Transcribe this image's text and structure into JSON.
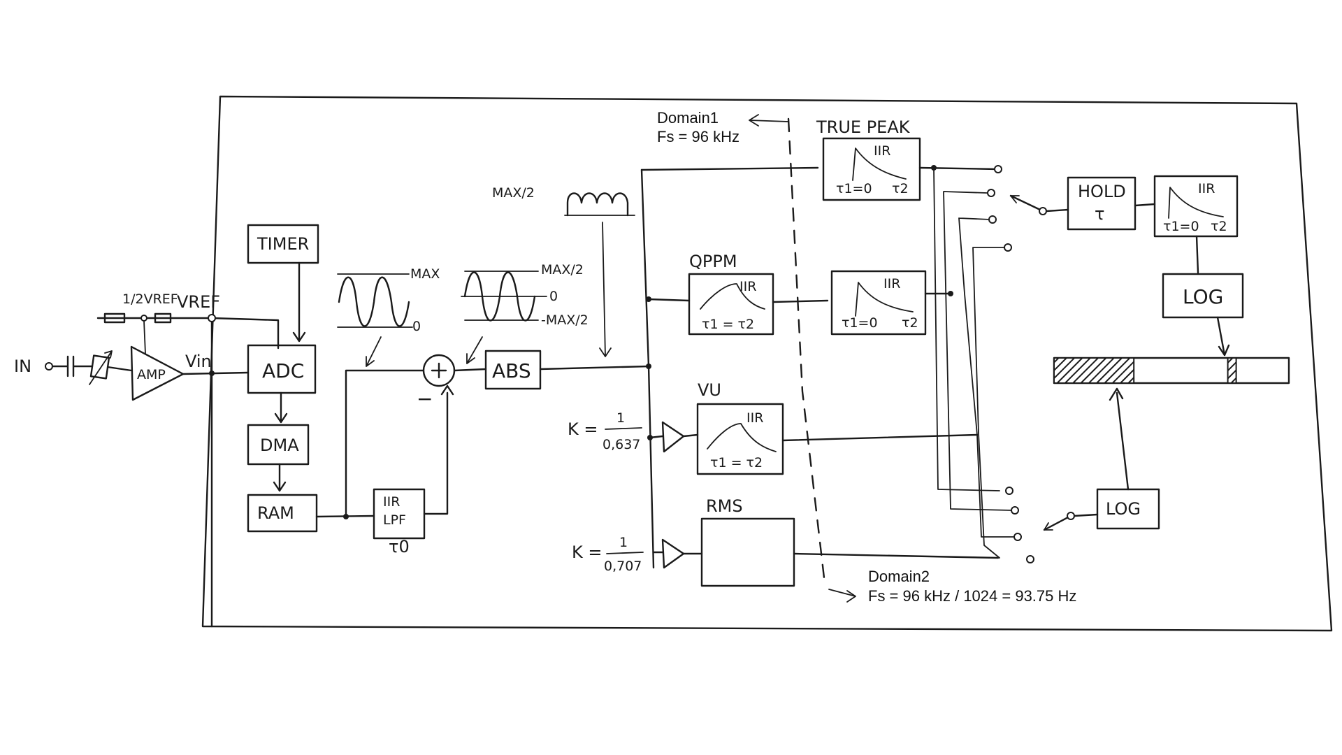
{
  "labels": {
    "in": "IN",
    "vref": "VREF",
    "half_vref": "1/2VREF",
    "vin": "Vin",
    "amp": "AMP",
    "timer": "TIMER",
    "adc": "ADC",
    "dma": "DMA",
    "ram": "RAM",
    "iir_lpf_line1": "IIR",
    "iir_lpf_line2": "LPF",
    "tau0": "τ0",
    "max": "MAX",
    "zero": "0",
    "max_half": "MAX/2",
    "neg_max_half": "-MAX/2",
    "minus": "−",
    "abs": "ABS",
    "k_vu_label": "K =",
    "k_vu_num": "1",
    "k_vu_den": "0,637",
    "k_rms_label": "K =",
    "k_rms_num": "1",
    "k_rms_den": "0,707",
    "true_peak": "TRUE PEAK",
    "qppm": "QPPM",
    "vu": "VU",
    "rms": "RMS",
    "iir": "IIR",
    "tau_eq": "τ1 = τ2",
    "tau_zero": "τ1=0",
    "tau2": "τ2",
    "hold": "HOLD",
    "tau": "τ",
    "log": "LOG"
  },
  "domains": {
    "domain1_name": "Domain1",
    "domain1_fs": "Fs = 96 kHz",
    "domain2_name": "Domain2",
    "domain2_fs": "Fs = 96 kHz / 1024 = 93.75 Hz"
  },
  "bar_meter": {
    "fill_level": 0.34,
    "peak_hold_level": 0.74
  }
}
